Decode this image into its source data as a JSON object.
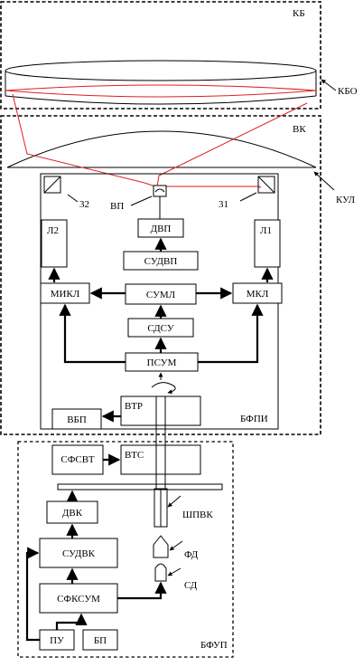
{
  "regions": {
    "kb": "КБ",
    "vk": "ВК",
    "bfpi": "БФПИ",
    "bfup": "БФУП"
  },
  "callouts": {
    "kbo": "КБО",
    "kul": "КУЛ",
    "shpvk": "ШПВК",
    "fd": "ФД",
    "sd": "СД"
  },
  "mirrors": {
    "m32": "32",
    "m31": "31",
    "vp": "ВП"
  },
  "blocks": {
    "dvp": "ДВП",
    "sudvp": "СУДВП",
    "l2": "Л2",
    "l1": "Л1",
    "mikl": "МИКЛ",
    "suml": "СУМЛ",
    "mkl": "МКЛ",
    "sdsu": "СДСУ",
    "psum": "ПСУМ",
    "vtr": "ВТР",
    "vbp": "ВБП",
    "sfsvt": "СФСВТ",
    "vts": "ВТС",
    "dvk": "ДВК",
    "sudvk": "СУДВК",
    "sfksum": "СФКСУМ",
    "pu": "ПУ",
    "bp": "БП"
  }
}
